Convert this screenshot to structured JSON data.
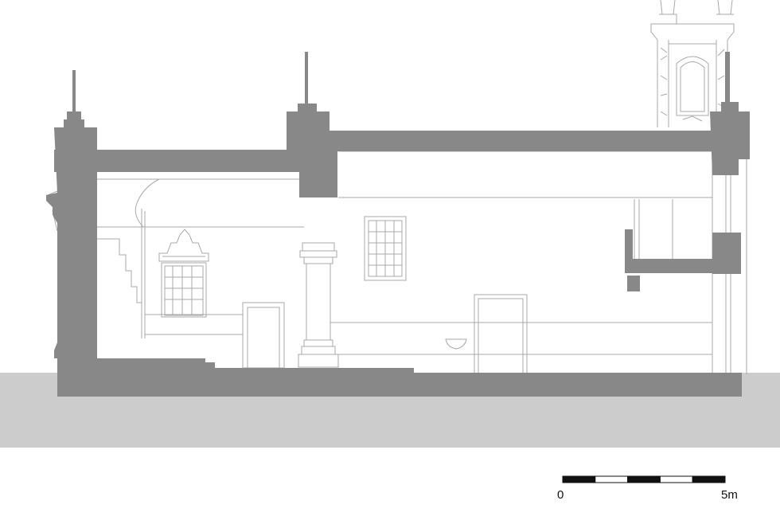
{
  "colors": {
    "section_fill": "#888888",
    "ground_fill": "#cccccc",
    "line": "#a8a8a8",
    "scale_dark": "#111111",
    "scale_light": "#ffffff"
  },
  "scale_bar": {
    "start_label": "0",
    "end_label": "5m",
    "segments": [
      "dark",
      "light",
      "dark",
      "light",
      "dark"
    ]
  }
}
